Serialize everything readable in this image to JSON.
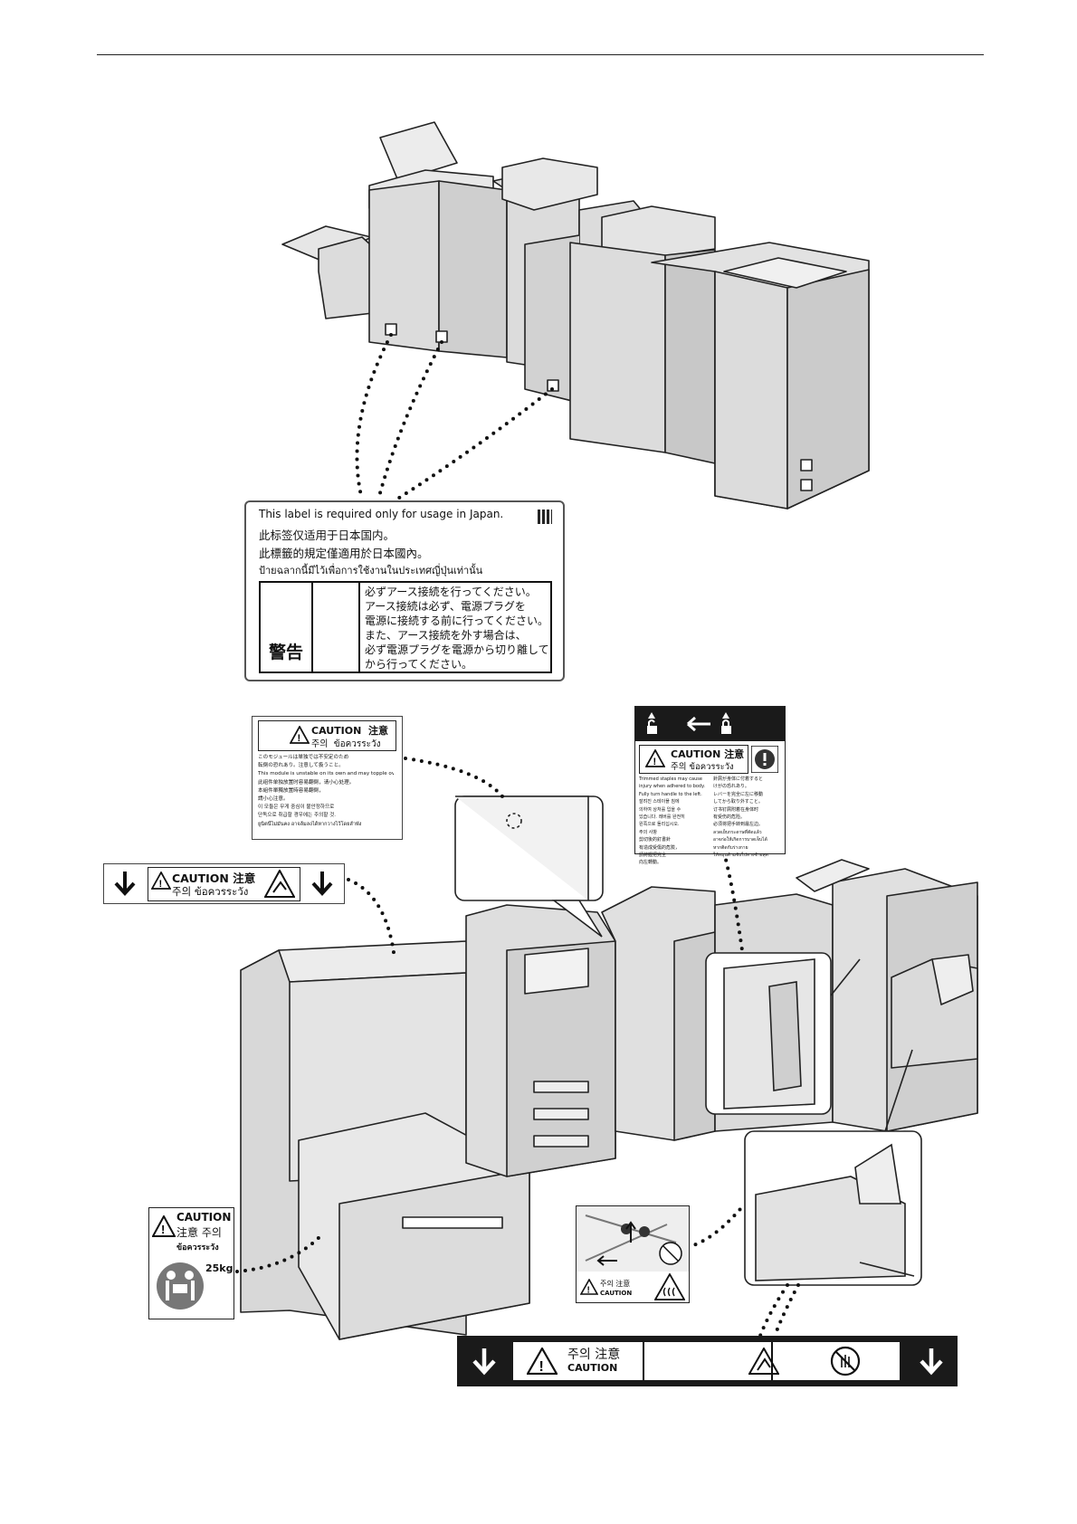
{
  "japan_label": {
    "line1": "This label is required only for usage in Japan.",
    "line2": "此标签仅适用于日本国内。",
    "line3": "此標籤的規定僅適用於日本國內。",
    "line4": "ป้ายฉลากนี้มีไว้เพื่อการใช้งานในประเทศญี่ปุ่นเท่านั้น",
    "warning_word": "警告",
    "instructions": [
      "必ずアース接続を行ってください。",
      "アース接続は必ず、電源プラグを",
      "電源に接続する前に行ってください。",
      "また、アース接続を外す場合は、",
      "必ず電源プラグを電源から切り離して",
      "から行ってください。"
    ]
  },
  "topple_label": {
    "caution": "CAUTION",
    "kanji": "注意",
    "korean": "주의",
    "thai": "ข้อควรระวัง",
    "lines": [
      "このモジュールは単独では不安定のため",
      "転倒の恐れあり。注意して扱うこと。",
      "This module is unstable on its own and may topple over.",
      "此组件单独放置时容易翻倒，请小心处理。",
      "本組件單獨放置時容易翻倒，",
      "請小心注意。",
      "이 모듈은 무게 중심이 불안정하므로",
      "단독으로 취급할 경우에는 주의할 것.",
      "ยูนิตนี้ไม่มั่นคง อาจล้มลงได้หากวางไว้โดยลำพัง"
    ]
  },
  "pinch_label": {
    "caution": "CAUTION",
    "kanji": "注意",
    "korean": "주의",
    "thai": "ข้อควรระวัง"
  },
  "staple_label": {
    "caution": "CAUTION",
    "kanji": "注意",
    "korean": "주의",
    "thai": "ข้อควรระวัง",
    "col1": [
      "Trimmed staples may cause",
      "injury when adhered to body.",
      "Fully turn handle to the left.",
      "잘려진 스테이플 침에",
      "의하여 상처를 입을 수",
      "있습니다. 레버를 완전히",
      "왼쪽으로 돌리십시오.",
      "주의 사항",
      "剪切後的釘書針",
      "有造成受傷的危險，",
      "請將握把完全",
      "向左轉動。"
    ],
    "col2": [
      "針屑が身体に付着すると",
      "けがの恐れあり。",
      "レバーを完全に左に移動",
      "してから取り外すこと。",
      "订书钉屑附着在身体时",
      "有受伤的危险。",
      "必须将把手转到最左边。",
      "ลวดเย็บกระดาษที่ตัดแล้ว",
      "อาจก่อให้เกิดการบาดเจ็บได้",
      "หากติดกับร่างกาย",
      "ให้หมุนด้ามจับไปทางซ้ายสุด"
    ]
  },
  "weight_label": {
    "caution": "CAUTION",
    "kanji_korean": "注意 주의",
    "thai": "ข้อควรระวัง",
    "weight": "25kg"
  },
  "hot_label": {
    "korean_kanji": "주의 注意",
    "caution": "CAUTION"
  },
  "bottom_label": {
    "korean_kanji": "주의 注意",
    "caution": "CAUTION"
  }
}
